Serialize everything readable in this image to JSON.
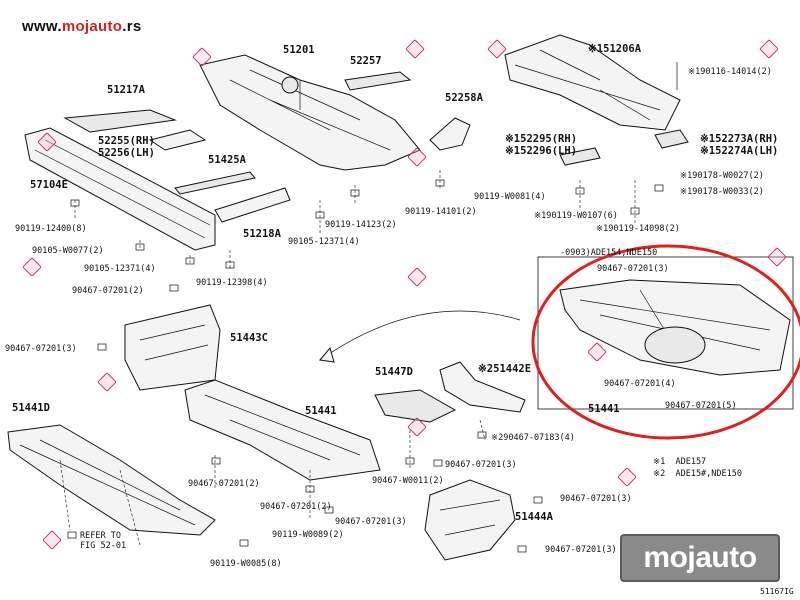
{
  "header": {
    "site_prefix": "www.",
    "site_brand": "mojauto",
    "site_suffix": ".rs"
  },
  "watermark_logo": "mojauto",
  "figure_id": "51167IG",
  "highlight_color": "#e0201f",
  "labels": {
    "l51201": "51201",
    "l52257": "52257",
    "l151206A": "※151206A",
    "l190116": "※190116-14014(2)",
    "l51217A": "51217A",
    "l52258A": "52258A",
    "l52255": "52255(RH)",
    "l52256": "52256(LH)",
    "l152295": "※152295(RH)",
    "l152296": "※152296(LH)",
    "l152273A": "※152273A(RH)",
    "l152274A": "※152274A(LH)",
    "l51425A": "51425A",
    "l57104E": "57104E",
    "l190178a": "※190178-W0027(2)",
    "l190178b": "※190178-W0033(2)",
    "l90119_12400": "90119-12400(8)",
    "l90119_w0081": "90119-W0081(4)",
    "l90119_14101": "90119-14101(2)",
    "l90119_14123": "90119-14123(2)",
    "l190119_w0107": "※190119-W0107(6)",
    "l190119_14098": "※190119-14098(2)",
    "l51218A": "51218A",
    "l90105_w0077": "90105-W0077(2)",
    "l90105_12371a": "90105-12371(4)",
    "l90105_12371b": "90105-12371(4)",
    "l90119_12398": "90119-12398(4)",
    "l90467_07201_2a": "90467-07201(2)",
    "l0903": "-0903)ADE154,NDE150",
    "l90467_07201_3a": "90467-07201(3)",
    "l90467_07201_3b": "90467-07201(3)",
    "l51443C": "51443C",
    "l51447D": "51447D",
    "l251442E": "※251442E",
    "l90467_07201_4": "90467-07201(4)",
    "l51441_right": "51441",
    "l90467_07201_5": "90467-07201(5)",
    "l51441D": "51441D",
    "l51441": "51441",
    "l290467_07183": "※290467-07183(4)",
    "l90467_07201_3c": "90467-07201(3)",
    "l90467_w0011": "90467-W0011(2)",
    "l90467_07201_2b": "90467-07201(2)",
    "l90467_07201_2c": "90467-07201(2)",
    "l51444A": "51444A",
    "l90467_07201_3d": "90467-07201(3)",
    "l90467_07201_3e": "90467-07201(3)",
    "l90119_w0089": "90119-W0089(2)",
    "l90119_w0085": "90119-W0085(8)",
    "l_refer1": "REFER TO",
    "l_refer2": "FIG 52-01",
    "note1": "※1  ADE157",
    "note2": "※2  ADE15#,NDE150"
  }
}
